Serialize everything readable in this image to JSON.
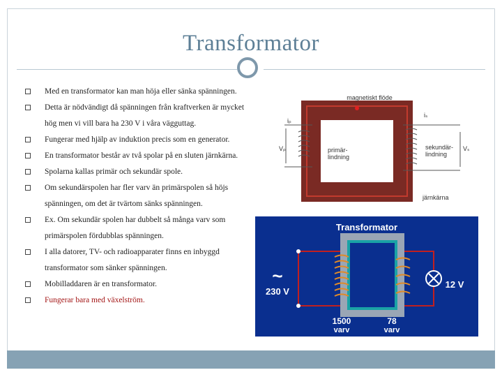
{
  "slide": {
    "title": "Transformator",
    "bullets": [
      {
        "text": "Med en transformator kan man höja eller sänka spänningen.",
        "color": "#222222"
      },
      {
        "text": "Detta är nödvändigt då spänningen från kraftverken är mycket hög men vi vill bara ha 230 V i våra vägguttag.",
        "color": "#222222"
      },
      {
        "text": "Fungerar med hjälp av induktion precis som en generator.",
        "color": "#222222"
      },
      {
        "text": "En transformator består av två spolar på en sluten järnkärna.",
        "color": "#222222"
      },
      {
        "text": "Spolarna kallas primär och sekundär spole.",
        "color": "#222222"
      },
      {
        "text": "Om sekundärspolen har fler varv än primärspolen så höjs spänningen, om det är tvärtom sänks spänningen.",
        "color": "#222222"
      },
      {
        "text": "Ex. Om sekundär spolen har dubbelt så många varv som primärspolen fördubblas spänningen.",
        "color": "#222222"
      },
      {
        "text": "I alla datorer, TV- och radioapparater finns en inbyggd transformator som sänker spänningen.",
        "color": "#222222"
      },
      {
        "text": "Mobilladdaren är en transformator.",
        "color": "#222222"
      },
      {
        "text": "Fungerar bara med växelström.",
        "color": "#a31515"
      }
    ]
  },
  "diagram1": {
    "magnetic_flux": "magnetiskt flöde",
    "primary": "primär-",
    "primary2": "lindning",
    "secondary": "sekundär-",
    "secondary2": "lindning",
    "core": "järnkärna",
    "ip": "iₚ",
    "is": "iₛ",
    "vp": "Vₚ",
    "vs": "Vₛ"
  },
  "diagram2": {
    "title": "Transformator",
    "input_symbol": "~",
    "input_voltage": "230 V",
    "output_voltage": "12 V",
    "primary_turns": "1500",
    "primary_unit": "varv",
    "secondary_turns": "78",
    "secondary_unit": "varv"
  },
  "colors": {
    "title": "#5d7f96",
    "accent": "#86a2b4",
    "core": "#7a2a24",
    "diagram_bg": "#0a2f8f"
  }
}
